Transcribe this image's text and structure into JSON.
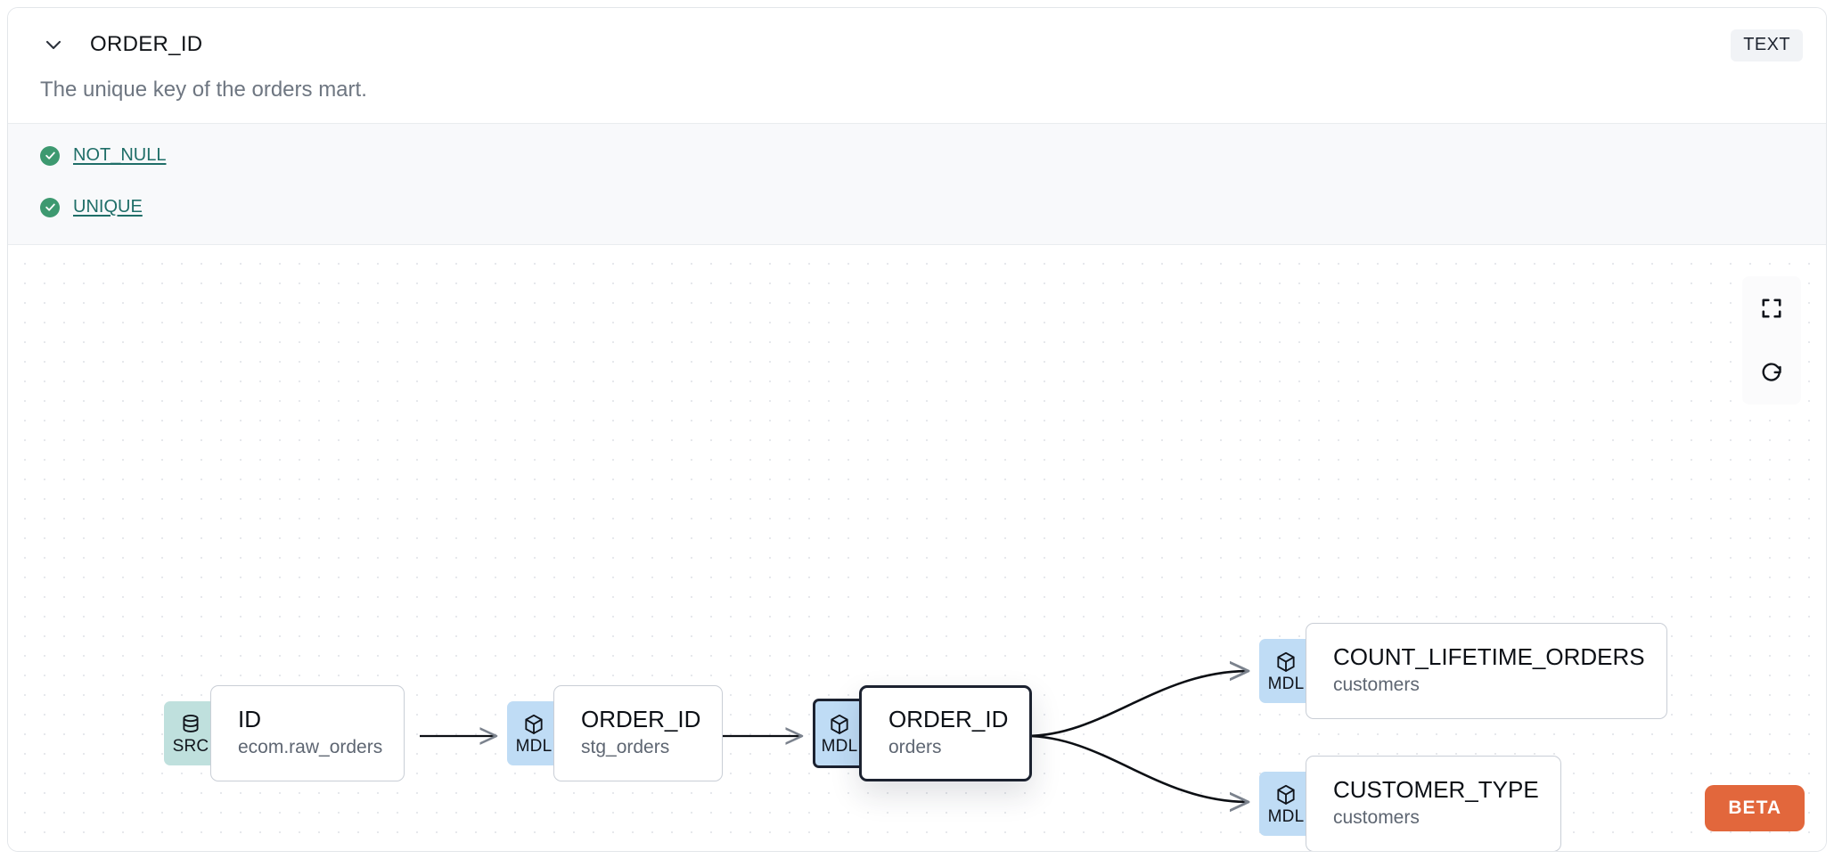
{
  "header": {
    "collapse_icon": "chevron-down-icon",
    "title": "ORDER_ID",
    "type_badge": "TEXT",
    "description": "The unique key of the orders mart."
  },
  "tests": {
    "items": [
      {
        "icon": "check-circle-icon",
        "label": "NOT_NULL",
        "status": "pass"
      },
      {
        "icon": "check-circle-icon",
        "label": "UNIQUE",
        "status": "pass"
      }
    ],
    "pass_color": "#3d9970",
    "link_color": "#1f6e68"
  },
  "lineage": {
    "nodes": [
      {
        "tag": "SRC",
        "icon": "database-icon",
        "name": "ID",
        "sub": "ecom.raw_orders",
        "kind": "src",
        "selected": false
      },
      {
        "tag": "MDL",
        "icon": "cube-icon",
        "name": "ORDER_ID",
        "sub": "stg_orders",
        "kind": "mdl",
        "selected": false
      },
      {
        "tag": "MDL",
        "icon": "cube-icon",
        "name": "ORDER_ID",
        "sub": "orders",
        "kind": "mdl",
        "selected": true
      },
      {
        "tag": "MDL",
        "icon": "cube-icon",
        "name": "COUNT_LIFETIME_ORDERS",
        "sub": "customers",
        "kind": "mdl",
        "selected": false
      },
      {
        "tag": "MDL",
        "icon": "cube-icon",
        "name": "CUSTOMER_TYPE",
        "sub": "customers",
        "kind": "mdl",
        "selected": false
      }
    ],
    "edges": [
      {
        "from": 0,
        "to": 1
      },
      {
        "from": 1,
        "to": 2
      },
      {
        "from": 2,
        "to": 3
      },
      {
        "from": 2,
        "to": 4
      }
    ],
    "colors": {
      "src_tag_bg": "#bfe0dd",
      "mdl_tag_bg": "#bfdcf5",
      "selected_border": "#1c2230",
      "edge": "#0c0f14"
    }
  },
  "controls": {
    "buttons": [
      {
        "icon": "fit-view-icon",
        "name": "fit-view"
      },
      {
        "icon": "refresh-icon",
        "name": "reset-layout"
      }
    ]
  },
  "beta_badge": {
    "label": "BETA",
    "color": "#e2673c"
  }
}
